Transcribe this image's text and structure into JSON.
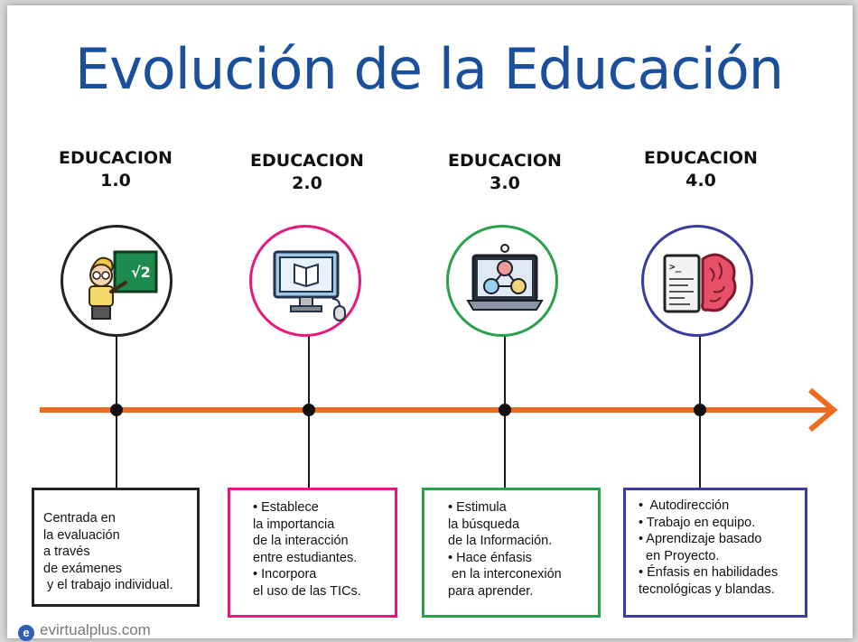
{
  "title": "Evolución de la Educación",
  "accent_colors": {
    "title": "#1a4f9c",
    "timeline": "#ee6a1f",
    "era_1": "#222222",
    "era_2": "#e5197e",
    "era_3": "#2aa14a",
    "era_4": "#3b3aa0"
  },
  "eras": [
    {
      "title_line1": "EDUCACION",
      "title_line2": "1.0",
      "icon": "teacher-blackboard-icon",
      "board_text": "√2",
      "lines": [
        "Centrada en",
        "la evaluación",
        "a través",
        "de exámenes",
        " y el trabajo individual."
      ]
    },
    {
      "title_line1": "EDUCACION",
      "title_line2": "2.0",
      "icon": "computer-book-icon",
      "lines": [
        "• Establece",
        "la importancia",
        "de la interacción",
        "entre estudiantes.",
        "• Incorpora",
        "el uso de las TICs."
      ]
    },
    {
      "title_line1": "EDUCACION",
      "title_line2": "3.0",
      "icon": "laptop-network-icon",
      "lines": [
        "• Estimula",
        "la búsqueda",
        "de la Información.",
        "• Hace énfasis",
        " en la interconexión",
        "para aprender."
      ]
    },
    {
      "title_line1": "EDUCACION",
      "title_line2": "4.0",
      "icon": "code-brain-icon",
      "lines": [
        "•  Autodirección",
        "• Trabajo en equipo.",
        "• Aprendizaje basado",
        "  en Proyecto.",
        "• Énfasis en habilidades",
        "tecnológicas y blandas."
      ]
    }
  ],
  "logo": {
    "mark": "e",
    "text": "evirtualplus.com"
  }
}
